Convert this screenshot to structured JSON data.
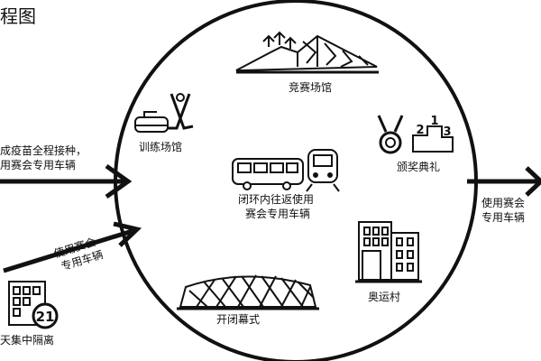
{
  "title": "程图",
  "left_entry": {
    "line1": "成疫苗全程接种，",
    "line2": "用赛会专用车辆"
  },
  "lower_entry": {
    "line1": "使用赛会",
    "line2": "专用车辆"
  },
  "quarantine": {
    "badge": "21",
    "label": "天集中隔离"
  },
  "exit": {
    "line1": "使用赛会",
    "line2": "专用车辆"
  },
  "venues": {
    "competition": "竞赛场馆",
    "training": "训练场馆",
    "award": "颁奖典礼",
    "ceremony": "开闭幕式",
    "village": "奥运村"
  },
  "center": {
    "line1": "闭环内往返使用",
    "line2": "赛会专用车辆"
  },
  "podium": {
    "first": "1",
    "second": "2",
    "third": "3"
  }
}
